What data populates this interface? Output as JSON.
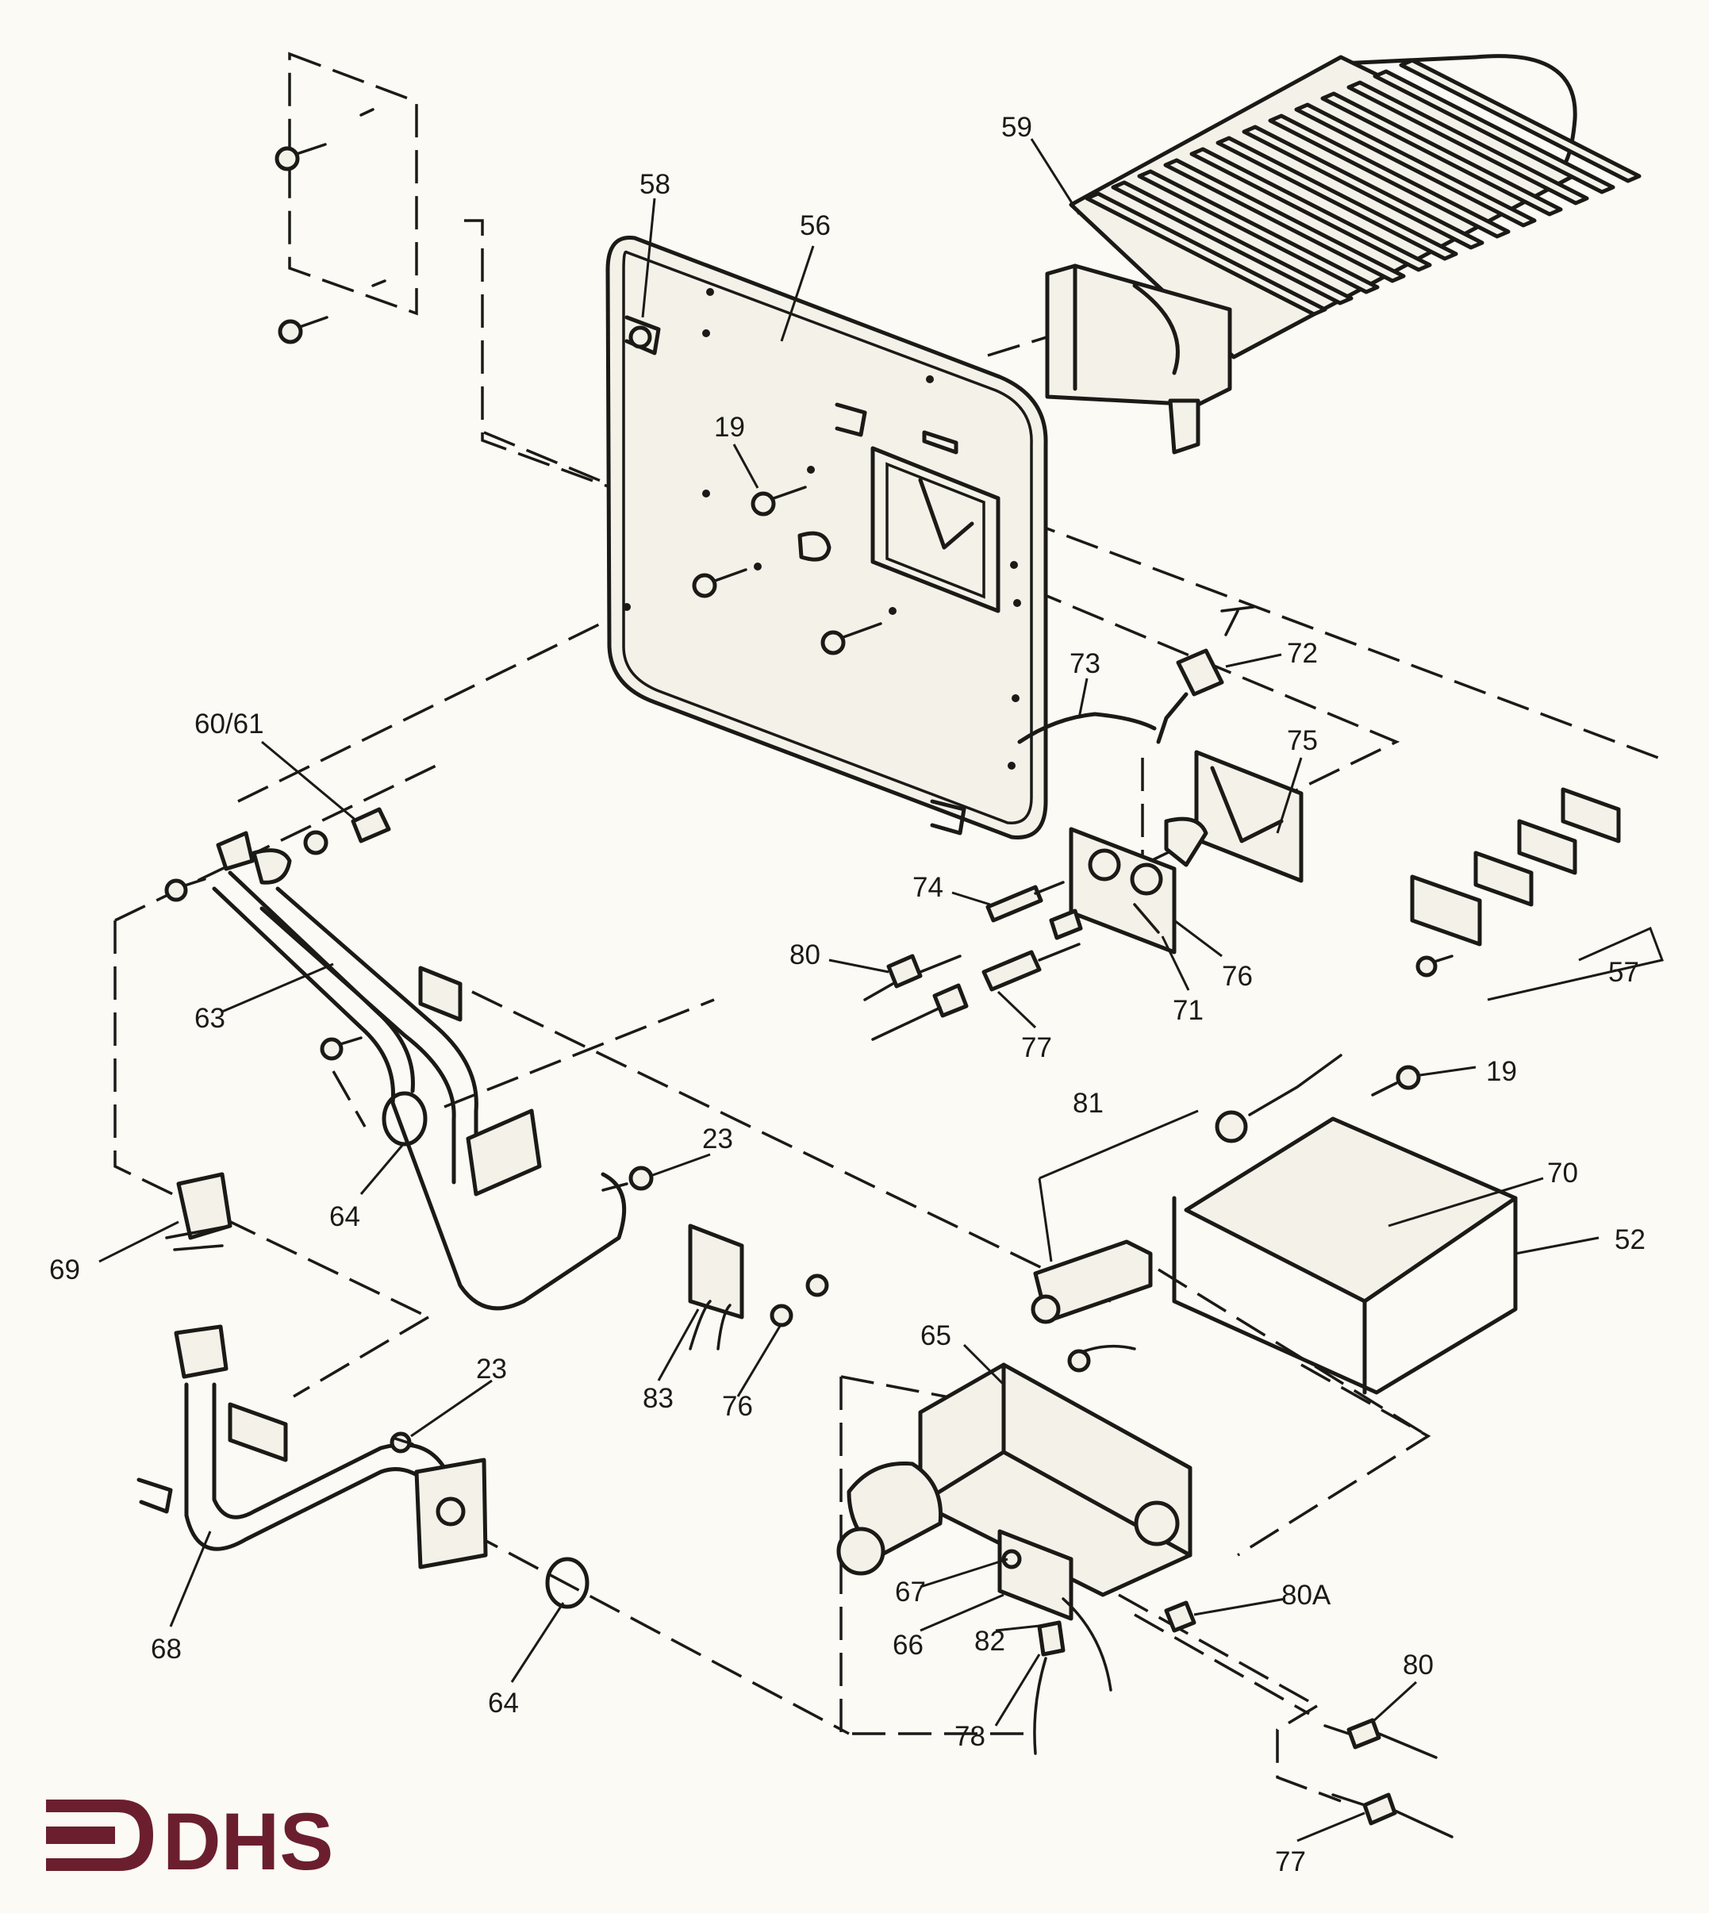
{
  "diagram": {
    "labels": {
      "l59": "59",
      "l58": "58",
      "l56": "56",
      "l19a": "19",
      "l6061": "60/61",
      "l72": "72",
      "l73": "73",
      "l75": "75",
      "l74": "74",
      "l80a": "80",
      "l71": "71",
      "l76a": "76",
      "l77a": "77",
      "l57": "57",
      "l63": "63",
      "l64a": "64",
      "l23a": "23",
      "l81": "81",
      "l19b": "19",
      "l70": "70",
      "l52": "52",
      "l69": "69",
      "l83": "83",
      "l76b": "76",
      "l65": "65",
      "l23b": "23",
      "l68": "68",
      "l64b": "64",
      "l67": "67",
      "l66": "66",
      "l82": "82",
      "l80A": "80A",
      "l78": "78",
      "l80b": "80",
      "l77b": "77"
    }
  },
  "logo": {
    "text": "DHS",
    "color": "#6b1f2e"
  }
}
